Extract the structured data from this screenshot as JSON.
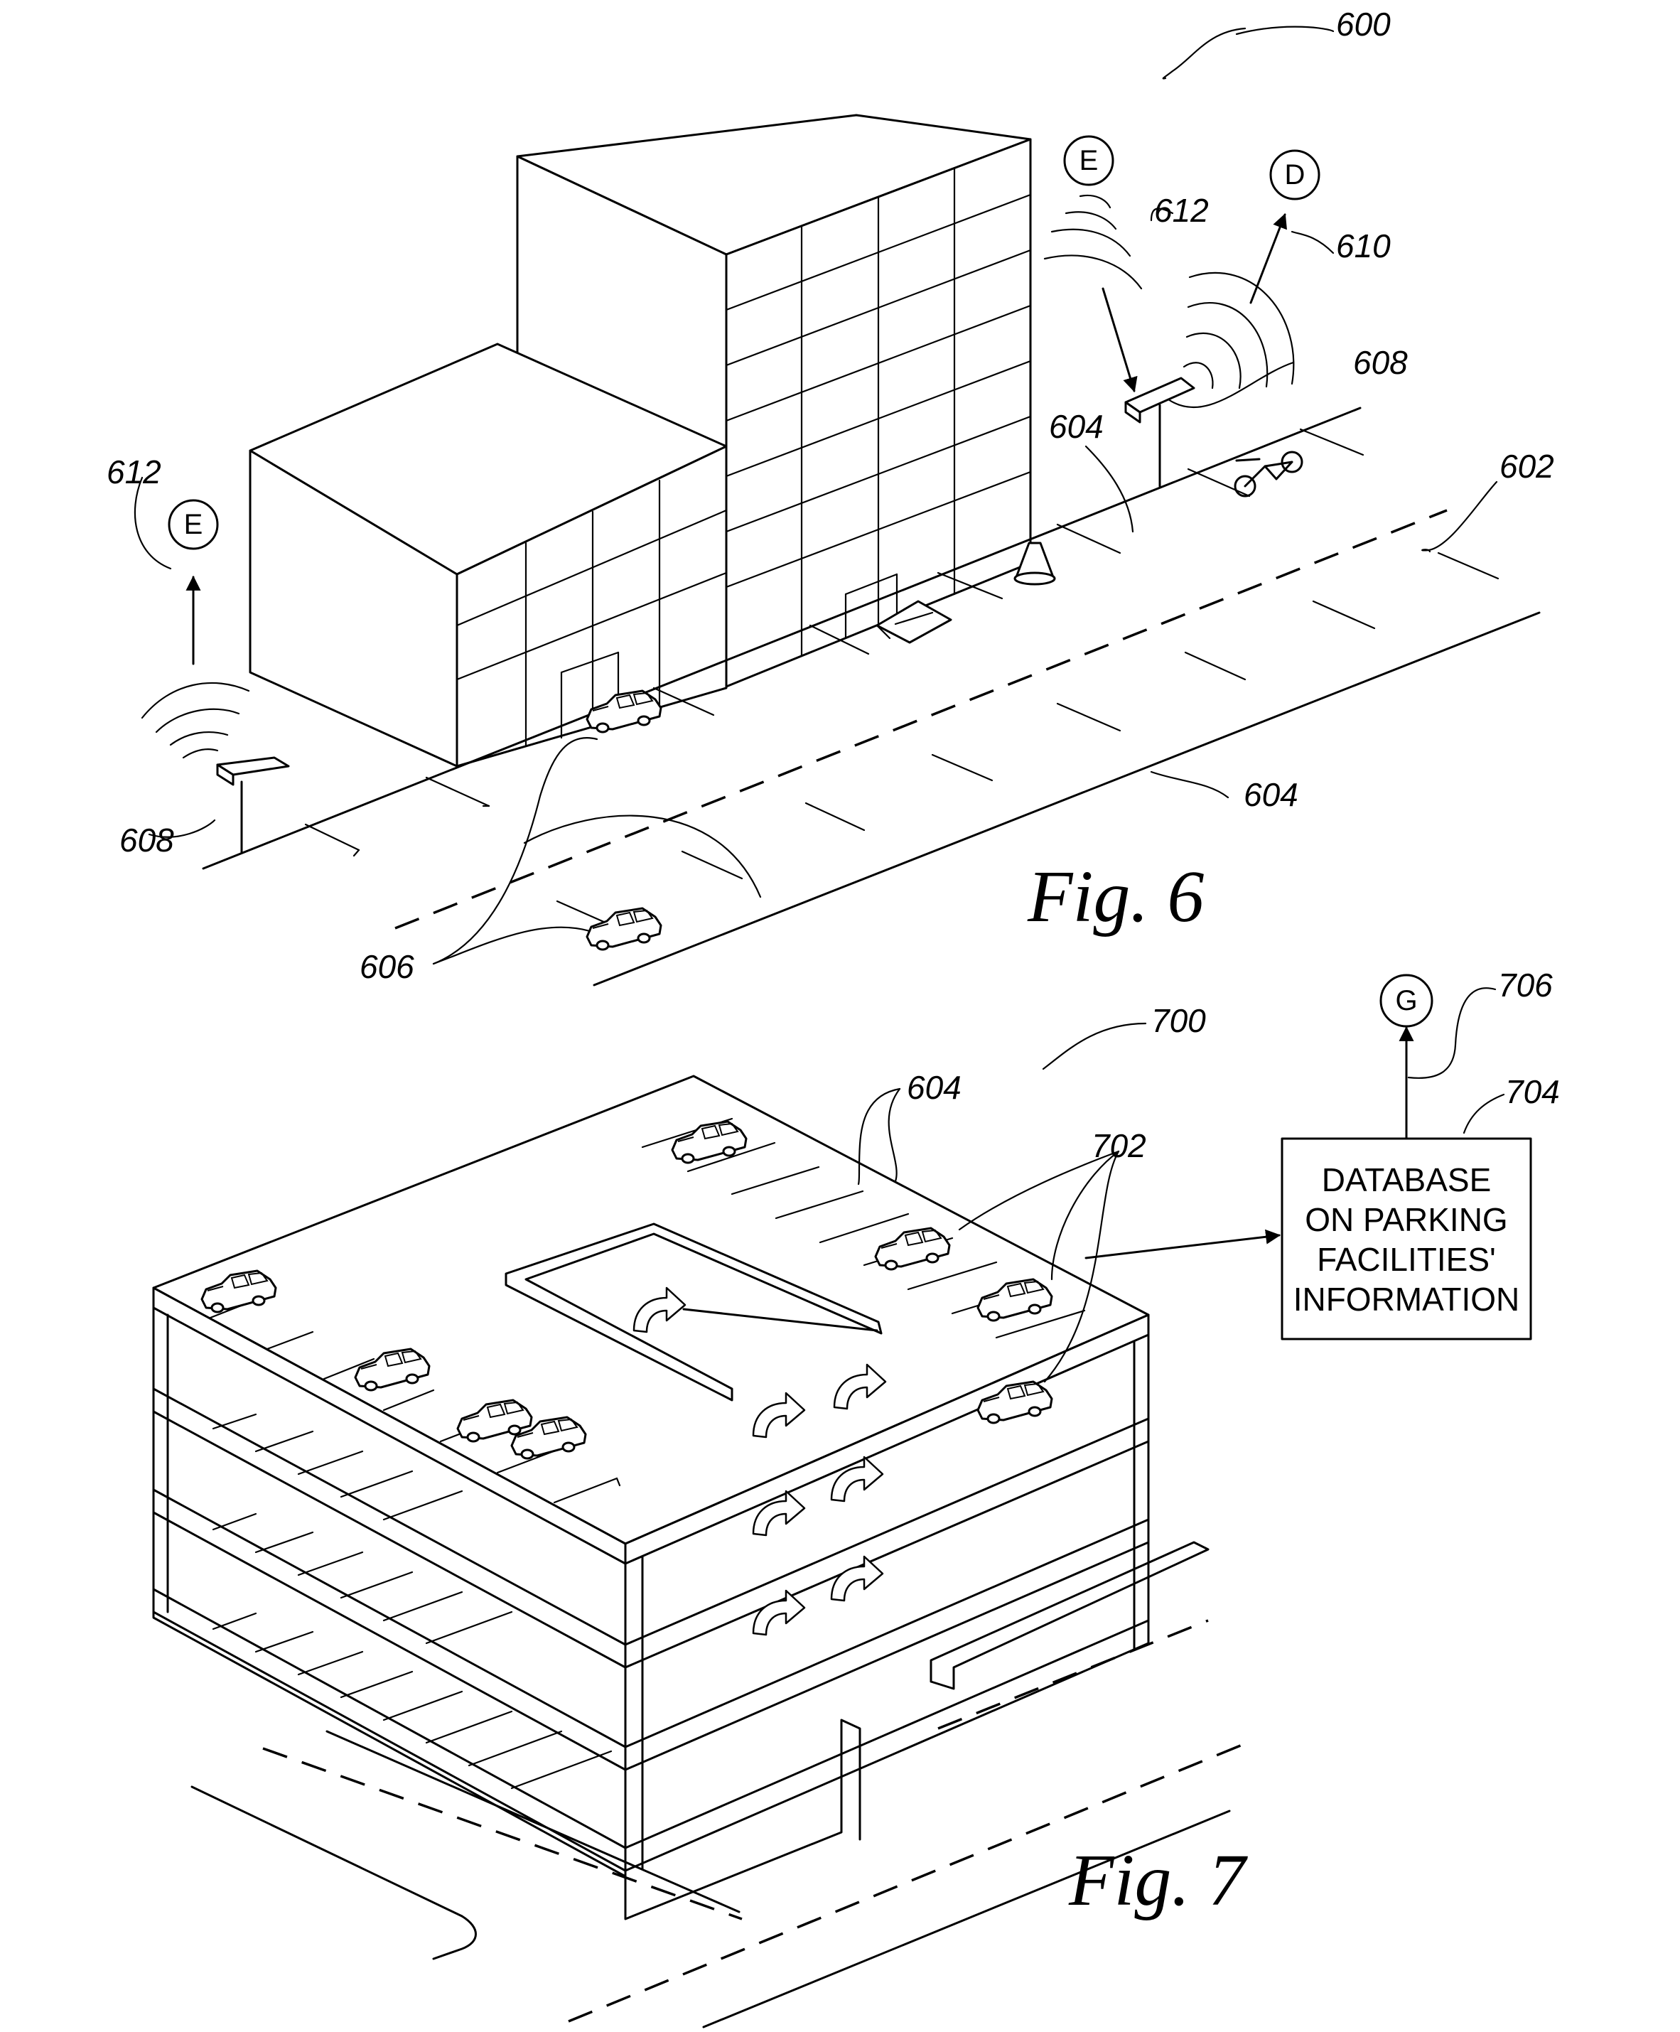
{
  "figure6": {
    "caption": "Fig.  6",
    "refs": {
      "r600": "600",
      "r602": "602",
      "r604a": "604",
      "r604b": "604",
      "r606": "606",
      "r608a": "608",
      "r608b": "608",
      "r610": "610",
      "r612a": "612",
      "r612b": "612"
    },
    "connectors": {
      "e_left": "E",
      "e_top": "E",
      "d_top": "D"
    }
  },
  "figure7": {
    "caption": "Fig.  7",
    "refs": {
      "r700": "700",
      "r702": "702",
      "r704": "704",
      "r706": "706",
      "r604": "604"
    },
    "connectors": {
      "g": "G"
    },
    "database_box": {
      "line1": "DATABASE",
      "line2": "ON PARKING",
      "line3": "FACILITIES'",
      "line4": "INFORMATION"
    }
  }
}
